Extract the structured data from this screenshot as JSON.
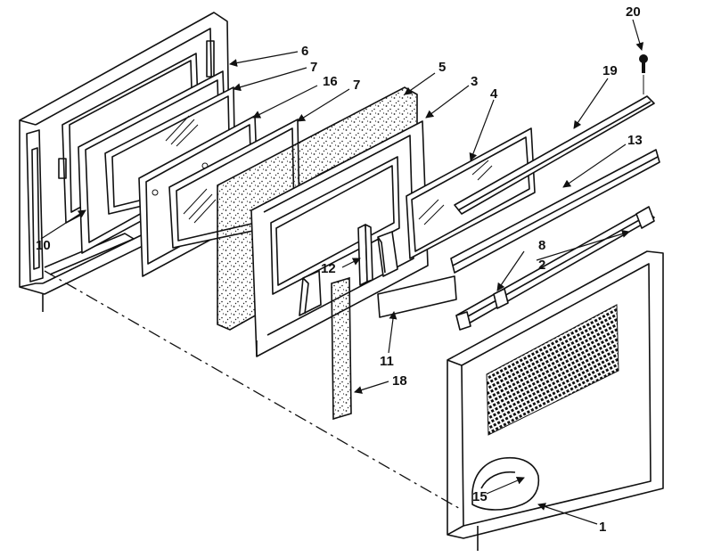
{
  "callouts": {
    "c1": "1",
    "c2": "2",
    "c3": "3",
    "c4": "4",
    "c5": "5",
    "c6": "6",
    "c7a": "7",
    "c7b": "7",
    "c8": "8",
    "c10": "10",
    "c11": "11",
    "c12": "12",
    "c13": "13",
    "c15": "15",
    "c16": "16",
    "c18": "18",
    "c19": "19",
    "c20": "20"
  }
}
